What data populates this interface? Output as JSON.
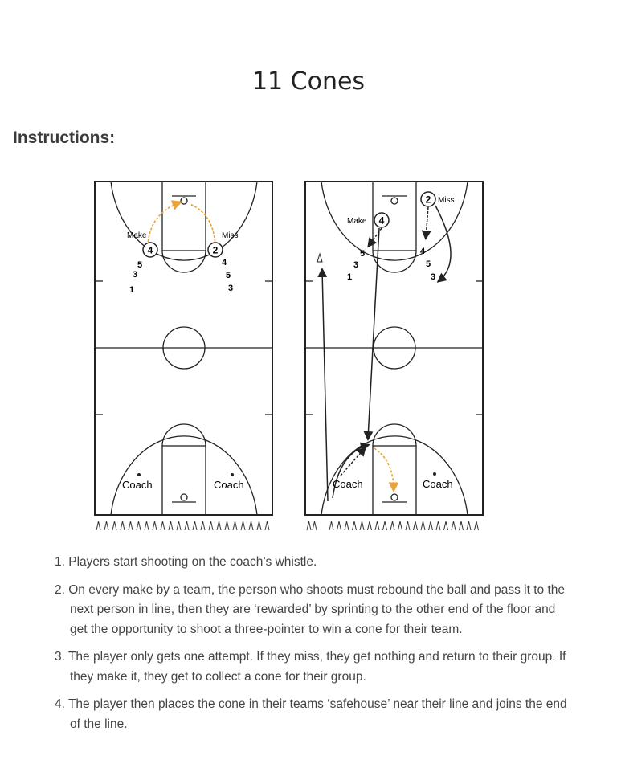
{
  "page": {
    "title": "11 Cones",
    "instructions_heading": "Instructions:"
  },
  "diagram_left": {
    "make_label": "Make",
    "miss_label": "Miss",
    "player_left": "4",
    "player_right": "2",
    "line_left": [
      "5",
      "3",
      "1"
    ],
    "line_right": [
      "4",
      "5",
      "3"
    ],
    "coach_left": "Coach",
    "coach_right": "Coach"
  },
  "diagram_right": {
    "make_label": "Make",
    "miss_label": "Miss",
    "player_make": "4",
    "player_miss": "2",
    "line_left": [
      "5",
      "3",
      "1"
    ],
    "line_right": [
      "4",
      "5",
      "3"
    ],
    "coach_left": "Coach",
    "coach_right": "Coach"
  },
  "steps": [
    "1. Players start shooting on the coach’s whistle.",
    "2. On every make by a team, the person who shoots must rebound the ball and pass it to the next person in line, then they are ‘rewarded’ by sprinting to the other end of the floor and get the opportunity to shoot a three-pointer to win a cone for their team.",
    "3. The player only gets one attempt. If they miss, they get nothing and return to their group. If they make it, they get to collect a cone for their group.",
    "4. The player then places the cone in their teams ‘safehouse’ near their line and joins the end of the line."
  ],
  "colors": {
    "line": "#222222",
    "pass_arrow": "#e8a33a"
  }
}
